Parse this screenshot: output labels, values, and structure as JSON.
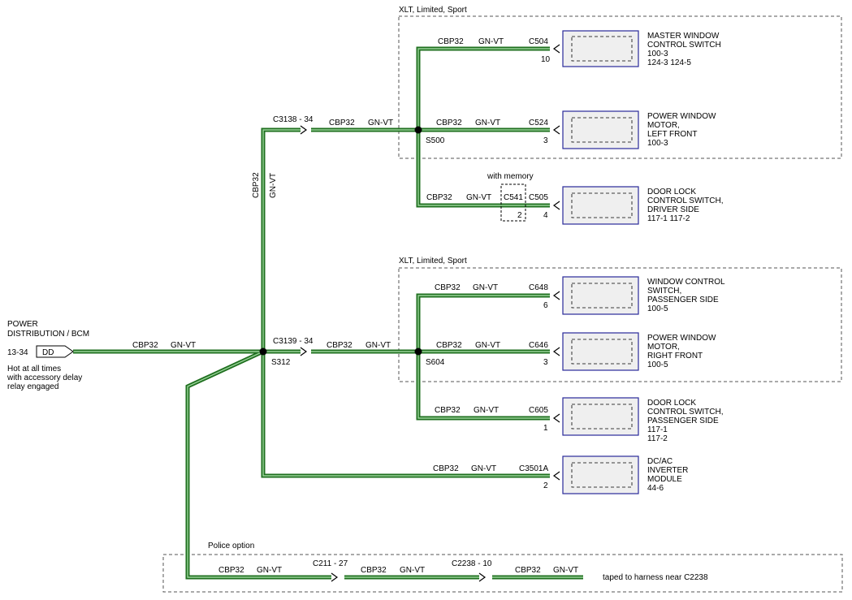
{
  "source": {
    "title_lines": [
      "POWER",
      "DISTRIBUTION / BCM"
    ],
    "pin": "13-34",
    "connector": "DD",
    "note_lines": [
      "Hot at all times",
      "with accessory delay",
      "relay engaged"
    ]
  },
  "wire": {
    "circuit": "CBP32",
    "color_code": "GN-VT"
  },
  "colors": {
    "wire_dark": "#1f6f1f",
    "wire_light": "#9ad49a",
    "component_border": "#2a2a9a",
    "component_fill": "#efefef"
  },
  "splices": {
    "s312": "S312",
    "s500": "S500",
    "s604": "S604"
  },
  "inline_connectors": {
    "c3138": "C3138 - 34",
    "c3139": "C3139 - 34",
    "c211": "C211 - 27",
    "c2238": "C2238 - 10"
  },
  "groups": {
    "top": "XLT, Limited, Sport",
    "middle": "XLT, Limited, Sport",
    "police": "Police option"
  },
  "memory": {
    "label": "with memory",
    "connector": "C541",
    "pin": "2"
  },
  "components": [
    {
      "connector": "C504",
      "pin": "10",
      "lines": [
        "MASTER WINDOW",
        "CONTROL SWITCH",
        "100-3",
        "124-3    124-5"
      ]
    },
    {
      "connector": "C524",
      "pin": "3",
      "lines": [
        "POWER WINDOW",
        "MOTOR,",
        "LEFT FRONT",
        "100-3"
      ]
    },
    {
      "connector": "C505",
      "pin": "4",
      "lines": [
        "DOOR LOCK",
        "CONTROL SWITCH,",
        "DRIVER SIDE",
        "117-1    117-2"
      ]
    },
    {
      "connector": "C648",
      "pin": "6",
      "lines": [
        "WINDOW CONTROL",
        "SWITCH,",
        "PASSENGER SIDE",
        "100-5"
      ]
    },
    {
      "connector": "C646",
      "pin": "3",
      "lines": [
        "POWER WINDOW",
        "MOTOR,",
        "RIGHT FRONT",
        "100-5"
      ]
    },
    {
      "connector": "C605",
      "pin": "1",
      "lines": [
        "DOOR LOCK",
        "CONTROL SWITCH,",
        "PASSENGER SIDE",
        "117-1",
        "117-2"
      ]
    },
    {
      "connector": "C3501A",
      "pin": "2",
      "lines": [
        "DC/AC",
        "INVERTER",
        "MODULE",
        "44-6"
      ]
    }
  ],
  "police_note": "taped to harness near C2238"
}
